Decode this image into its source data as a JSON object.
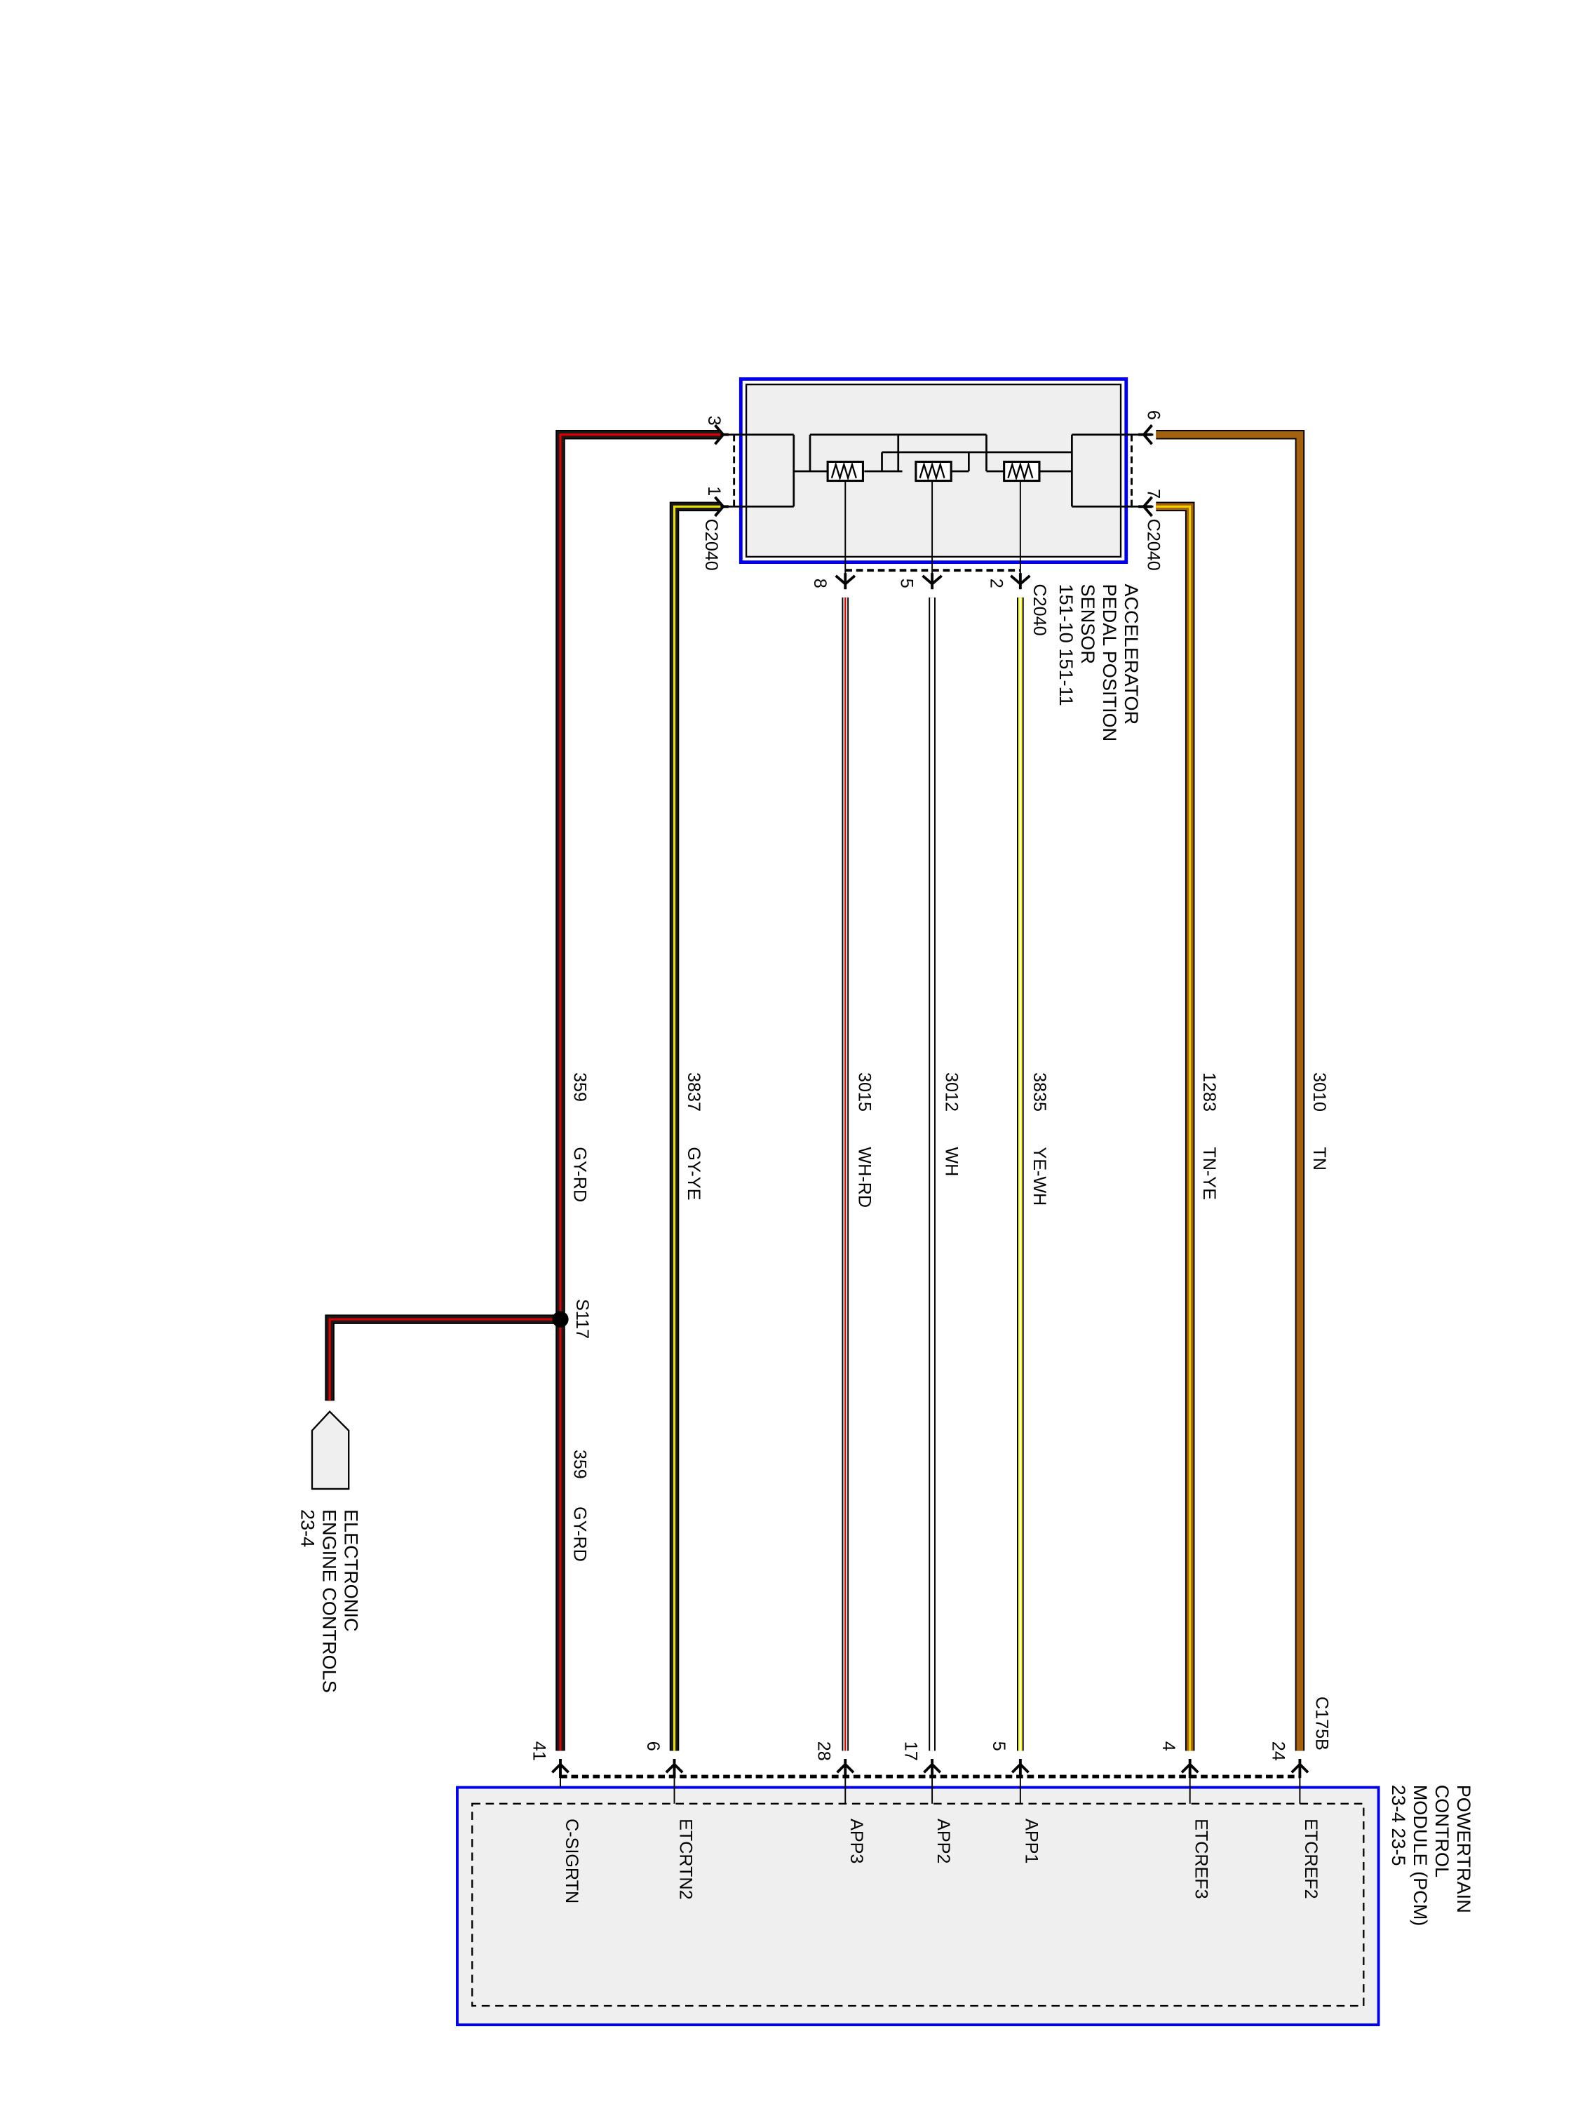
{
  "sensor": {
    "title_lines": [
      "ACCELERATOR",
      "PEDAL POSITION",
      "SENSOR",
      "151-10     151-11"
    ],
    "connector": "C2040",
    "side_pins": [
      "3",
      "1",
      "6",
      "7"
    ],
    "bottom_pins": [
      "8",
      "5",
      "2"
    ]
  },
  "pcm": {
    "title_lines": [
      "POWERTRAIN",
      "CONTROL",
      "MODULE (PCM)",
      "23-4       23-5"
    ],
    "connector": "C175B",
    "pins": [
      {
        "pin": "24",
        "name": "ETCREF2"
      },
      {
        "pin": "4",
        "name": "ETCREF3"
      },
      {
        "pin": "5",
        "name": "APP1"
      },
      {
        "pin": "17",
        "name": "APP2"
      },
      {
        "pin": "28",
        "name": "APP3"
      },
      {
        "pin": "6",
        "name": "ETCRTN2"
      },
      {
        "pin": "41",
        "name": "C-SIGRTN"
      }
    ]
  },
  "wires": [
    {
      "circuit": "3010",
      "color": "TN",
      "base": "#a5620e",
      "stripe": ""
    },
    {
      "circuit": "1283",
      "color": "TN-YE",
      "base": "#a5620e",
      "stripe": "#f0d000"
    },
    {
      "circuit": "3835",
      "color": "YE-WH",
      "base": "#ffff00",
      "stripe": "#ffffff"
    },
    {
      "circuit": "3012",
      "color": "WH",
      "base": "#ffffff",
      "stripe": ""
    },
    {
      "circuit": "3015",
      "color": "WH-RD",
      "base": "#ffffff",
      "stripe": "#e00000"
    },
    {
      "circuit": "3837",
      "color": "GY-YE",
      "base": "#1a1a1a",
      "stripe": "#e8e000"
    },
    {
      "circuit": "359",
      "color": "GY-RD",
      "base": "#1a1a1a",
      "stripe": "#e00000"
    }
  ],
  "splice": {
    "name": "S117",
    "circuit": "359",
    "color": "GY-RD"
  },
  "eec": {
    "title_lines": [
      "ELECTRONIC",
      "ENGINE CONTROLS",
      "23-4"
    ]
  },
  "colors": {
    "module_border": "#0000ee",
    "module_fill": "#efefef"
  }
}
